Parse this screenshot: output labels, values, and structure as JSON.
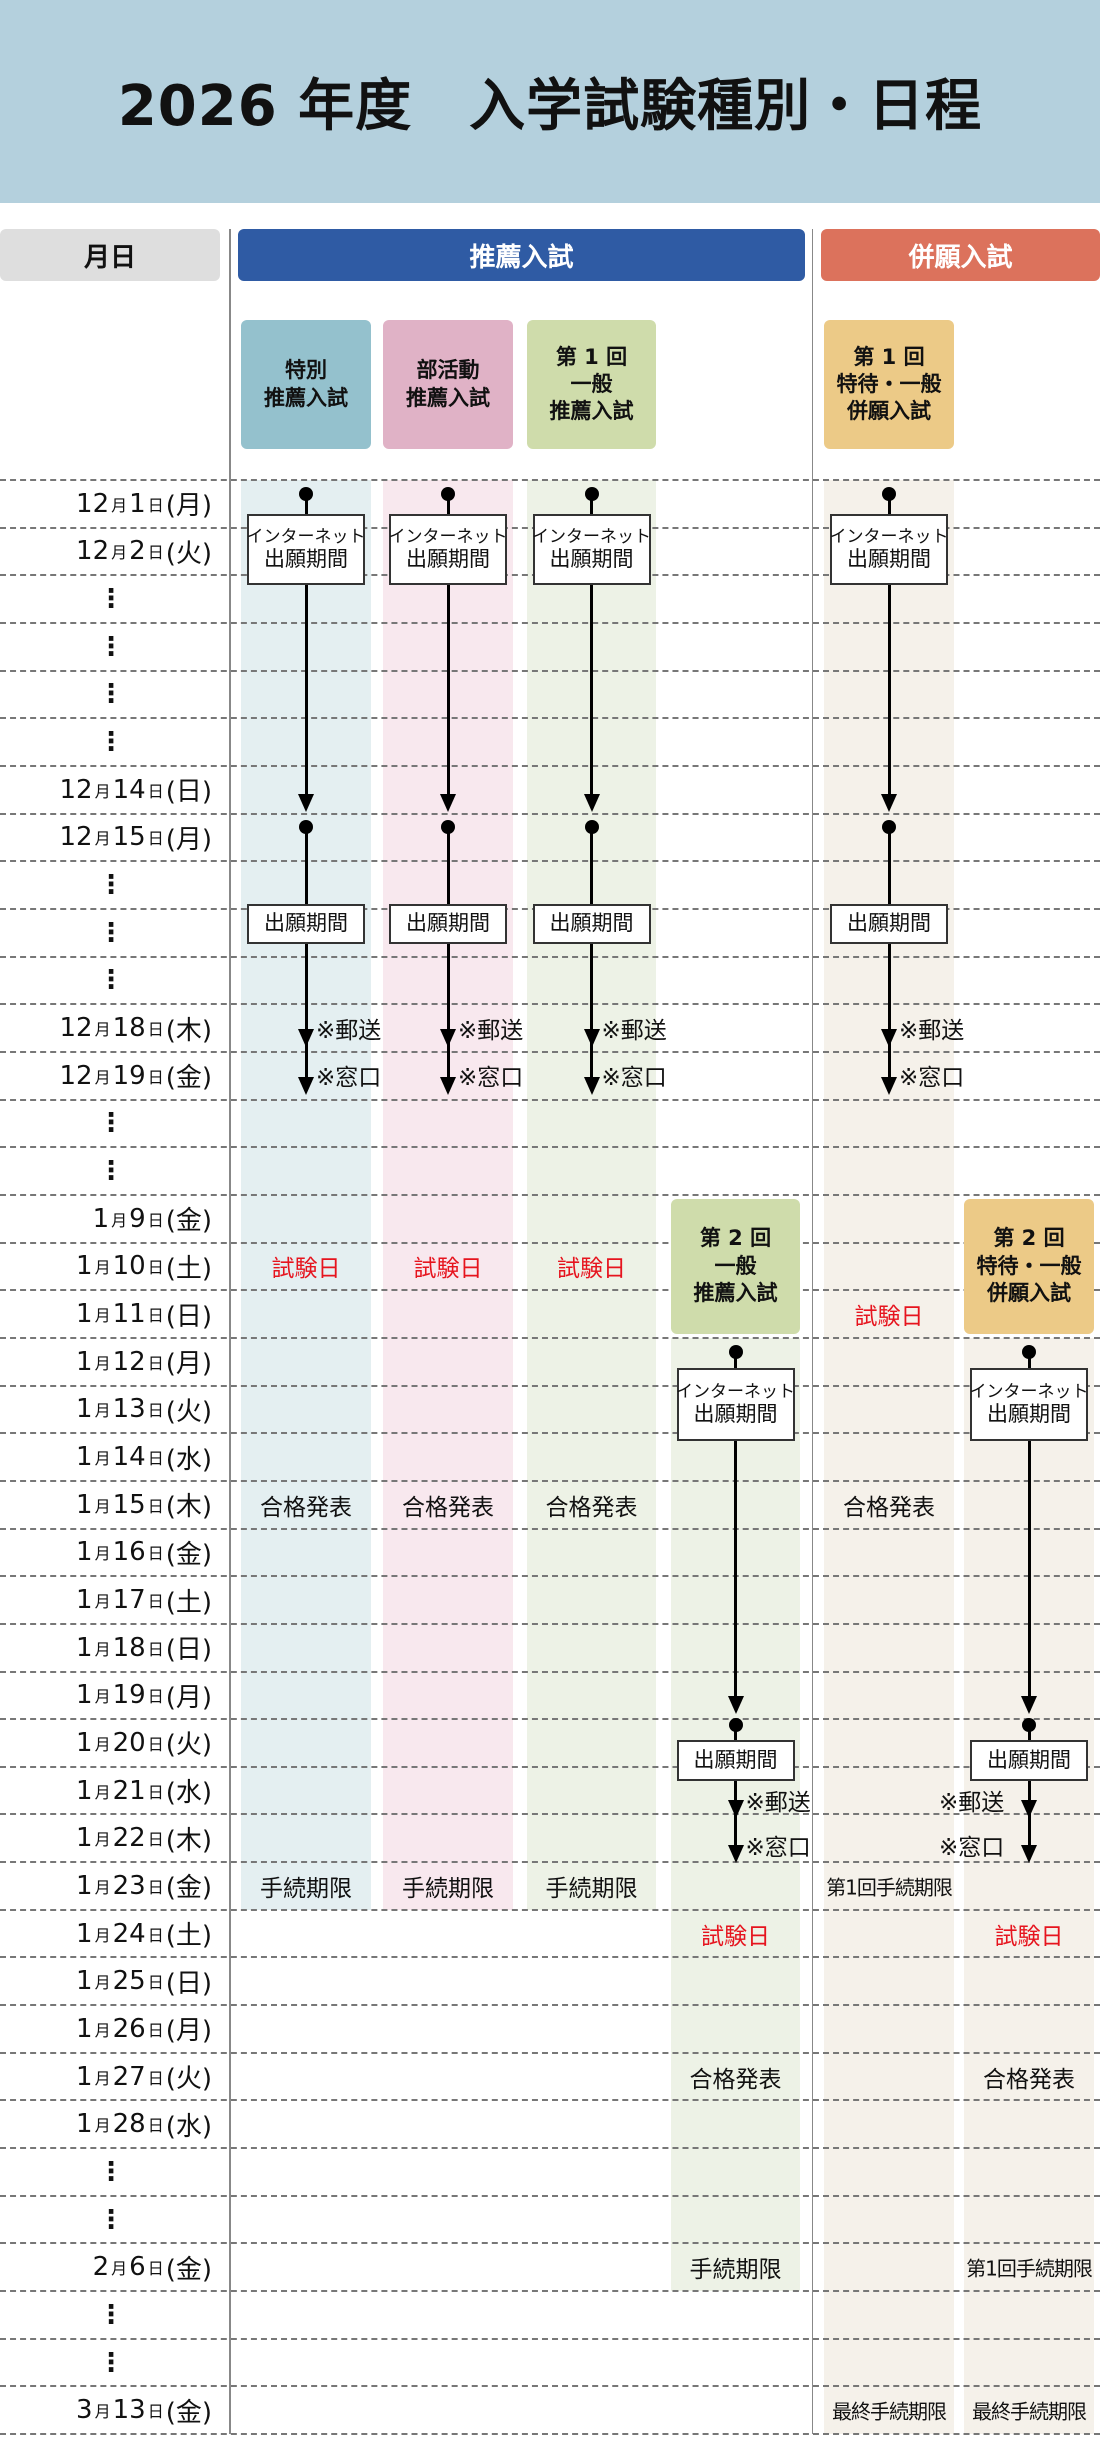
{
  "title": "2026 年度　入学試験種別・日程",
  "headers": {
    "date": "月日",
    "recommend": "推薦入試",
    "combined": "併願入試"
  },
  "colors": {
    "banner": "#b4d0dd",
    "date_header": "#dedede",
    "recommend": "#2f5ba4",
    "combined": "#dc725c",
    "exam_text": "#e6141e"
  },
  "dates": [
    {
      "m": "12",
      "d": "1",
      "w": "月"
    },
    {
      "m": "12",
      "d": "2",
      "w": "火"
    },
    {
      "dots": "⋮"
    },
    {
      "dots": "⋮"
    },
    {
      "dots": "⋮"
    },
    {
      "dots": "⋮"
    },
    {
      "m": "12",
      "d": "14",
      "w": "日"
    },
    {
      "m": "12",
      "d": "15",
      "w": "月"
    },
    {
      "dots": "⋮"
    },
    {
      "dots": "⋮"
    },
    {
      "dots": "⋮"
    },
    {
      "m": "12",
      "d": "18",
      "w": "木"
    },
    {
      "m": "12",
      "d": "19",
      "w": "金"
    },
    {
      "dots": "⋮"
    },
    {
      "dots": "⋮"
    },
    {
      "m": "1",
      "d": "9",
      "w": "金"
    },
    {
      "m": "1",
      "d": "10",
      "w": "土"
    },
    {
      "m": "1",
      "d": "11",
      "w": "日"
    },
    {
      "m": "1",
      "d": "12",
      "w": "月"
    },
    {
      "m": "1",
      "d": "13",
      "w": "火"
    },
    {
      "m": "1",
      "d": "14",
      "w": "水"
    },
    {
      "m": "1",
      "d": "15",
      "w": "木"
    },
    {
      "m": "1",
      "d": "16",
      "w": "金"
    },
    {
      "m": "1",
      "d": "17",
      "w": "土"
    },
    {
      "m": "1",
      "d": "18",
      "w": "日"
    },
    {
      "m": "1",
      "d": "19",
      "w": "月"
    },
    {
      "m": "1",
      "d": "20",
      "w": "火"
    },
    {
      "m": "1",
      "d": "21",
      "w": "水"
    },
    {
      "m": "1",
      "d": "22",
      "w": "木"
    },
    {
      "m": "1",
      "d": "23",
      "w": "金"
    },
    {
      "m": "1",
      "d": "24",
      "w": "土"
    },
    {
      "m": "1",
      "d": "25",
      "w": "日"
    },
    {
      "m": "1",
      "d": "26",
      "w": "月"
    },
    {
      "m": "1",
      "d": "27",
      "w": "火"
    },
    {
      "m": "1",
      "d": "28",
      "w": "水"
    },
    {
      "dots": "⋮"
    },
    {
      "dots": "⋮"
    },
    {
      "m": "2",
      "d": "6",
      "w": "金"
    },
    {
      "dots": "⋮"
    },
    {
      "dots": "⋮"
    },
    {
      "m": "3",
      "d": "13",
      "w": "金"
    }
  ],
  "columns": [
    {
      "title": [
        "特別",
        "推薦入試"
      ],
      "color": "#94c1cd",
      "stripe": "#e4eff1",
      "internet": [
        "インターネット",
        "出願期間"
      ],
      "apply": "出願期間",
      "mail": "※郵送",
      "counter": "※窓口",
      "exam": "試験日",
      "result": "合格発表",
      "deadline": "手続期限"
    },
    {
      "title": [
        "部活動",
        "推薦入試"
      ],
      "color": "#e0b2c6",
      "stripe": "#f8e8ee",
      "internet": [
        "インターネット",
        "出願期間"
      ],
      "apply": "出願期間",
      "mail": "※郵送",
      "counter": "※窓口",
      "exam": "試験日",
      "result": "合格発表",
      "deadline": "手続期限"
    },
    {
      "title": [
        "第 1 回",
        "一般",
        "推薦入試"
      ],
      "color": "#cfdcab",
      "stripe": "#edf2e6",
      "internet": [
        "インターネット",
        "出願期間"
      ],
      "apply": "出願期間",
      "mail": "※郵送",
      "counter": "※窓口",
      "exam": "試験日",
      "result": "合格発表",
      "deadline": "手続期限"
    },
    {
      "title": [
        "第 2 回",
        "一般",
        "推薦入試"
      ],
      "color": "#cfdcab",
      "stripe": "#edf2e6",
      "internet": [
        "インターネット",
        "出願期間"
      ],
      "apply": "出願期間",
      "mail": "※郵送",
      "counter": "※窓口",
      "exam": "試験日",
      "result": "合格発表",
      "deadline": "手続期限"
    },
    {
      "title": [
        "第 1 回",
        "特待・一般",
        "併願入試"
      ],
      "color": "#ecca87",
      "stripe": "#f5f1ea",
      "internet": [
        "インターネット",
        "出願期間"
      ],
      "apply": "出願期間",
      "mail": "※郵送",
      "counter": "※窓口",
      "exam": "試験日",
      "result": "合格発表",
      "deadline": "第1回手続期限",
      "final": "最終手続期限"
    },
    {
      "title": [
        "第 2 回",
        "特待・一般",
        "併願入試"
      ],
      "color": "#ecca87",
      "stripe": "#f5f1ea",
      "internet": [
        "インターネット",
        "出願期間"
      ],
      "apply": "出願期間",
      "mail": "※郵送",
      "counter": "※窓口",
      "exam": "試験日",
      "result": "合格発表",
      "deadline": "第1回手続期限",
      "final": "最終手続期限"
    }
  ]
}
